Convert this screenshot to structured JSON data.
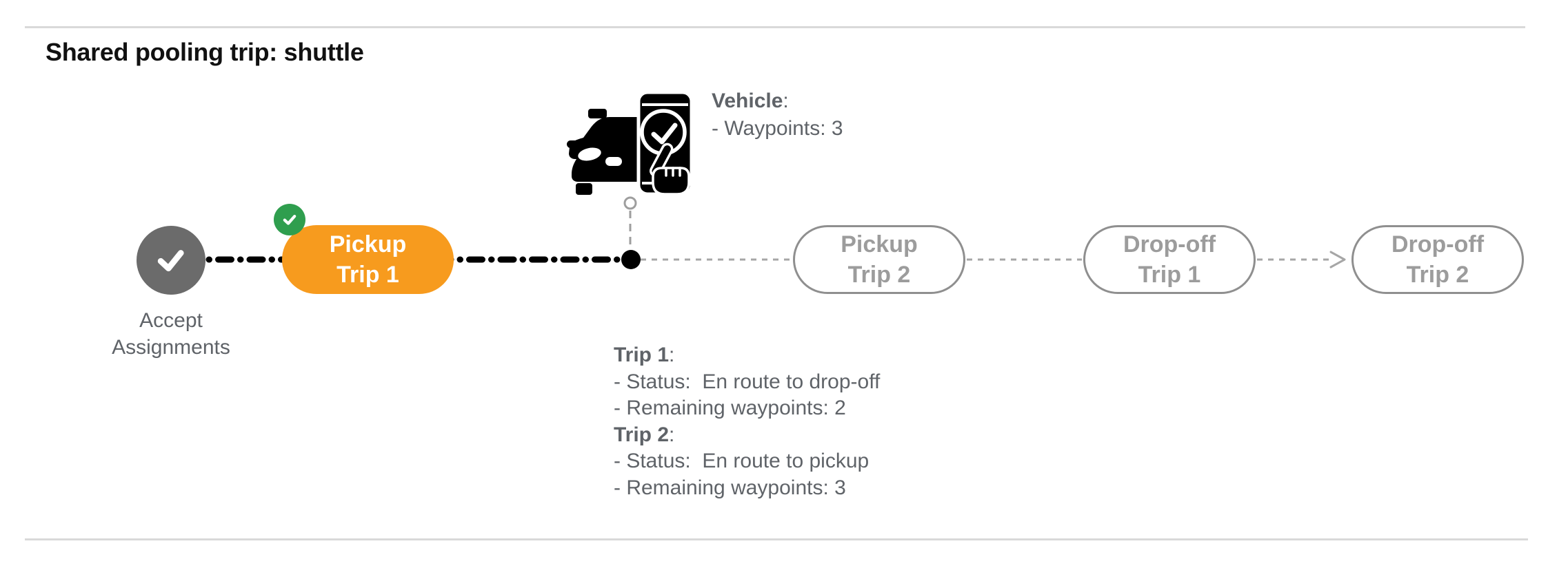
{
  "title": "Shared pooling trip: shuttle",
  "colors": {
    "accent_orange": "#F79B1E",
    "success_green": "#2F9E4E",
    "completed_node_gray": "#6B6B6B",
    "text_gray": "#5F6368",
    "future_pill_border": "#8F8F8F",
    "future_pill_text": "#9C9C9C",
    "connector_gray": "#A6A6A6",
    "divider_gray": "#D9D9D9",
    "progress_line_black": "#000000"
  },
  "vehicle": {
    "heading": "Vehicle",
    "colon": ":",
    "detail": "- Waypoints: 3"
  },
  "timeline": {
    "accept": {
      "line1": "Accept",
      "line2": "Assignments"
    },
    "pickup_trip1": {
      "line1": "Pickup",
      "line2": "Trip 1"
    },
    "pickup_trip2": {
      "line1": "Pickup",
      "line2": "Trip 2"
    },
    "dropoff_trip1": {
      "line1": "Drop-off",
      "line2": "Trip 1"
    },
    "dropoff_trip2": {
      "line1": "Drop-off",
      "line2": "Trip 2"
    }
  },
  "trips": {
    "trip1": {
      "heading": "Trip 1",
      "colon": ":",
      "status": "- Status:  En route to drop-off",
      "remaining": "- Remaining waypoints: 2"
    },
    "trip2": {
      "heading": "Trip 2",
      "colon": ":",
      "status": "- Status:  En route to pickup",
      "remaining": "- Remaining waypoints: 3"
    }
  }
}
